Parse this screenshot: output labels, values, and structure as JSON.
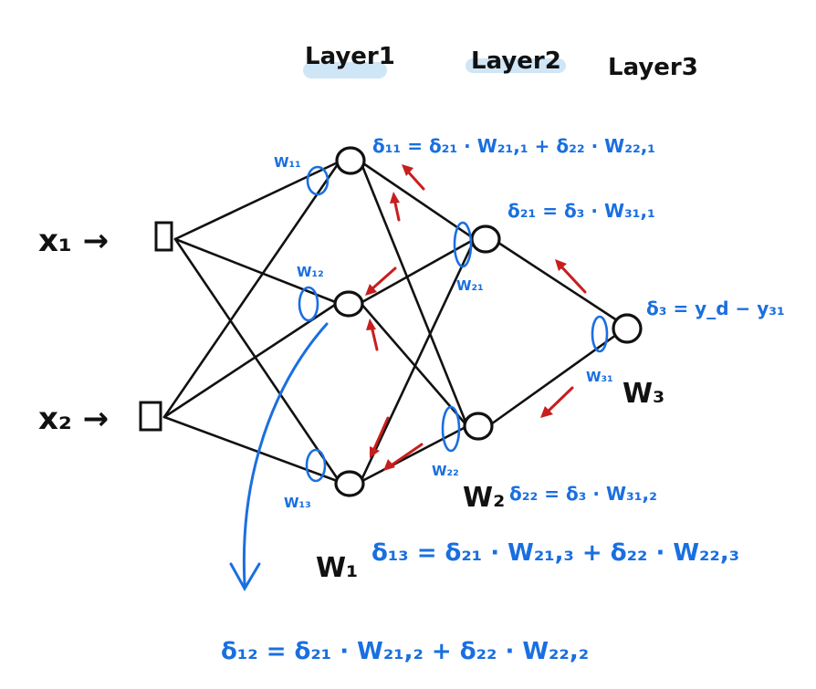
{
  "layers": [
    "Layer1",
    "Layer2",
    "Layer3"
  ],
  "inputs": {
    "x1": "x₁ →",
    "x2": "x₂ →"
  },
  "weights": {
    "w11": "W₁₁",
    "w12": "W₁₂",
    "w13": "W₁₃",
    "w21": "W₂₁",
    "w22": "W₂₂",
    "w31": "W₃₁"
  },
  "matrices": {
    "W1": "W₁",
    "W2": "W₂",
    "W3": "W₃"
  },
  "equations": {
    "d11": "δ₁₁ = δ₂₁ · W₂₁,₁ + δ₂₂ · W₂₂,₁",
    "d21": "δ₂₁ = δ₃ · W₃₁,₁",
    "d3": "δ₃ = y_d − y₃₁",
    "d22": "δ₂₂ = δ₃ · W₃₁,₂",
    "d13": "δ₁₃ = δ₂₁ · W₂₁,₃ + δ₂₂ · W₂₂,₃",
    "d12": "δ₁₂ = δ₂₁ · W₂₁,₂ + δ₂₂ · W₂₂,₂"
  },
  "colors": {
    "ink": "#111111",
    "annotation": "#1a6fe0",
    "arrow": "#c81e1e",
    "highlight": "#cfe6f7"
  }
}
